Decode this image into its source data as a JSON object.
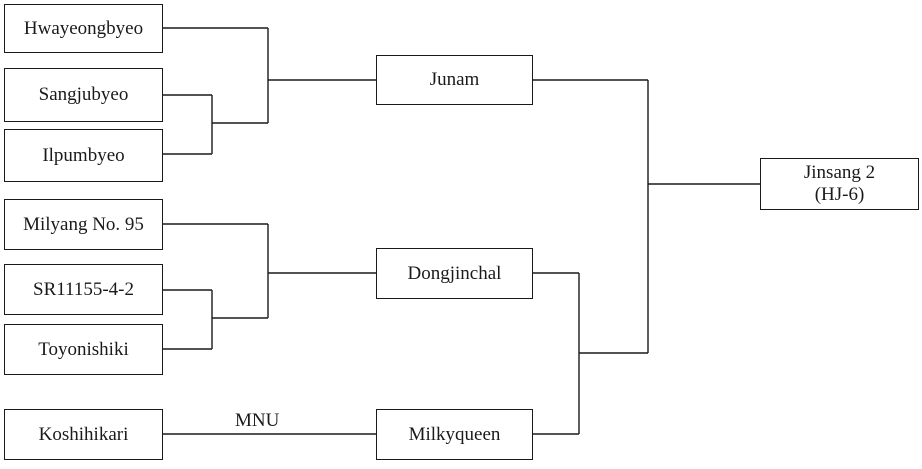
{
  "nodes": {
    "hwayeongbyeo": "Hwayeongbyeo",
    "sangjubyeo": "Sangjubyeo",
    "ilpumbyeo": "Ilpumbyeo",
    "milyang95": "Milyang No. 95",
    "sr11155": "SR11155-4-2",
    "toyonishiki": "Toyonishiki",
    "koshihikari": "Koshihikari",
    "junam": "Junam",
    "dongjinchal": "Dongjinchal",
    "milkyqueen": "Milkyqueen",
    "jinsang_line1": "Jinsang 2",
    "jinsang_line2": "(HJ-6)"
  },
  "edges": {
    "koshihikari_to_milkyqueen_label": "MNU"
  }
}
